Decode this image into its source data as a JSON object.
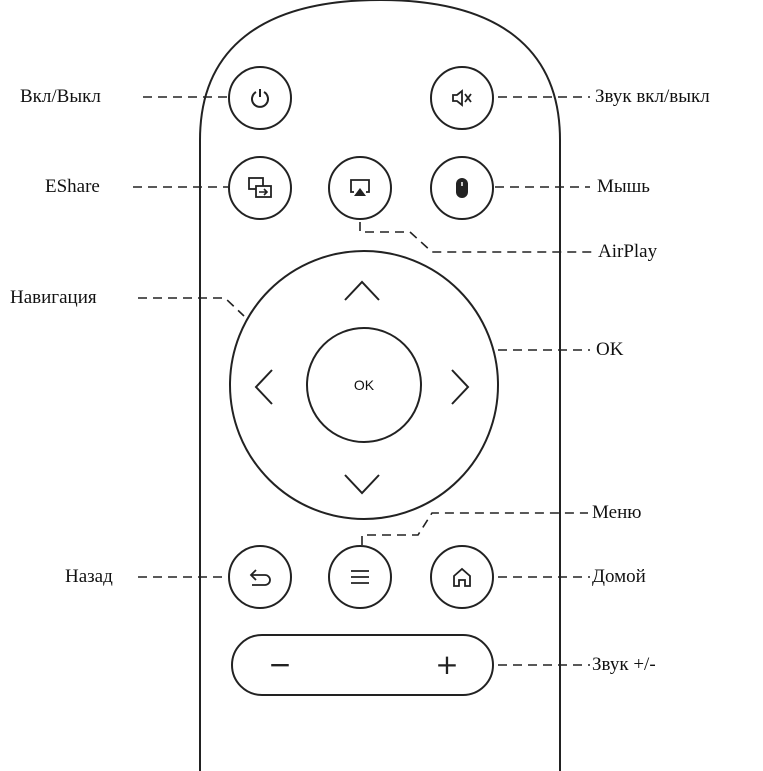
{
  "labels": {
    "power": "Вкл/Выкл",
    "mute": "Звук вкл/выкл",
    "eshare": "EShare",
    "mouse": "Мышь",
    "airplay": "AirPlay",
    "navigation": "Навигация",
    "ok": "OK",
    "menu": "Меню",
    "back": "Назад",
    "home": "Домой",
    "volume": "Звук +/-"
  },
  "buttons": {
    "ok_text": "OK",
    "vol_minus": "−",
    "vol_plus": "+"
  },
  "icons": {
    "power": "power-icon",
    "mute": "mute-icon",
    "eshare": "screen-share-icon",
    "airplay": "airplay-icon",
    "mouse": "mouse-icon",
    "up": "chevron-up-icon",
    "down": "chevron-down-icon",
    "left": "chevron-left-icon",
    "right": "chevron-right-icon",
    "back": "back-arrow-icon",
    "menu": "menu-icon",
    "home": "home-icon"
  }
}
